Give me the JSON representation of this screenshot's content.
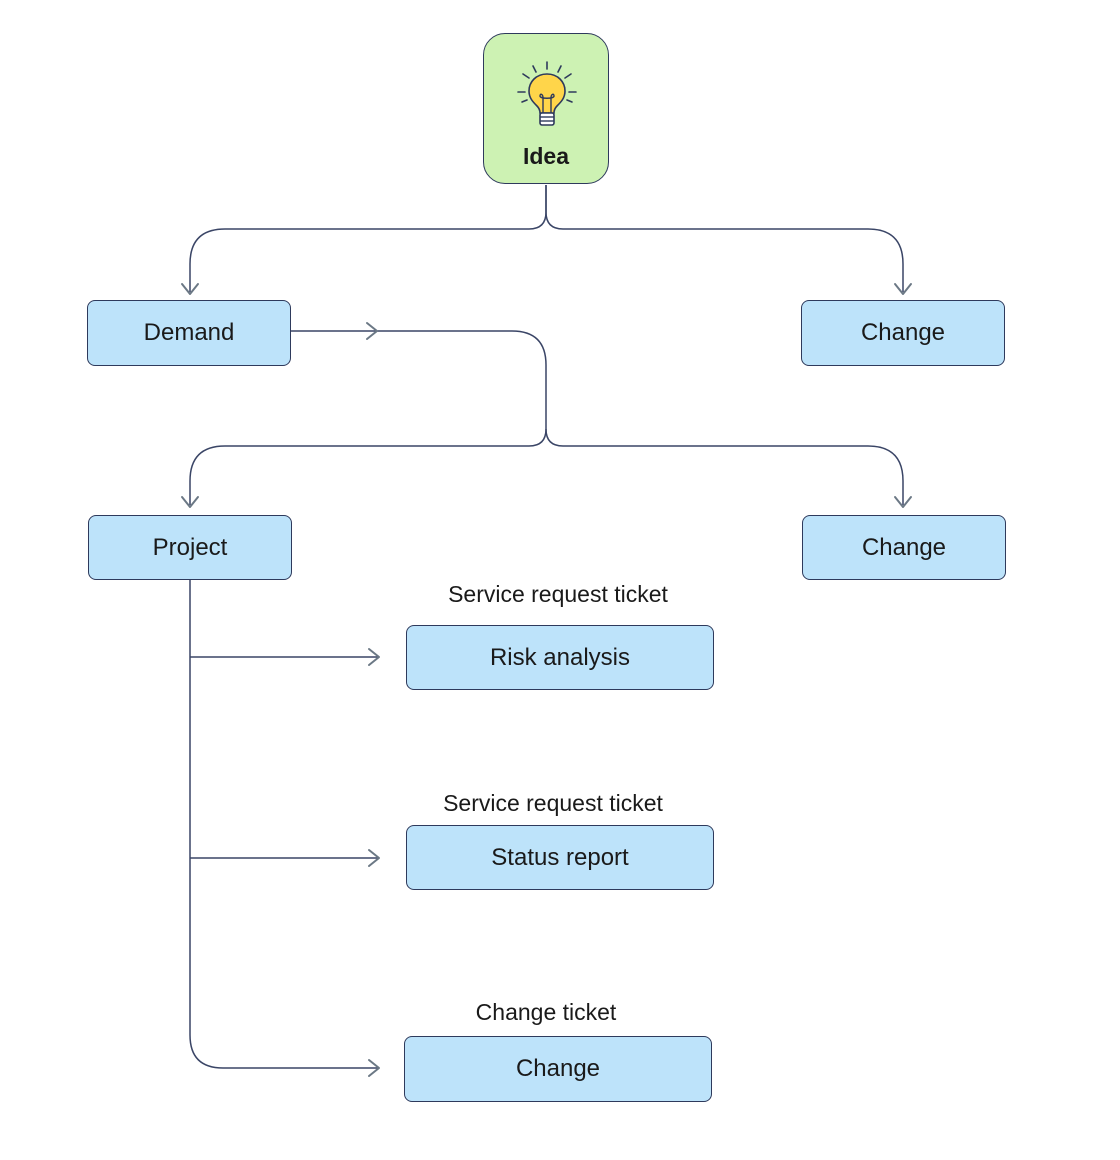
{
  "colors": {
    "idea_fill": "#cdf2b3",
    "node_fill": "#bde3fa",
    "outline": "#2e3a5c",
    "connector": "#3a4566",
    "arrowhead": "#6b7885",
    "bulb": "#ffd54a"
  },
  "root": {
    "label": "Idea",
    "icon": "lightbulb-icon"
  },
  "level1": {
    "left": "Demand",
    "right": "Change"
  },
  "level2": {
    "left": "Project",
    "right": "Change"
  },
  "project_children": [
    {
      "caption": "Service request ticket",
      "label": "Risk analysis"
    },
    {
      "caption": "Service request ticket",
      "label": "Status report"
    },
    {
      "caption": "Change ticket",
      "label": "Change"
    }
  ]
}
